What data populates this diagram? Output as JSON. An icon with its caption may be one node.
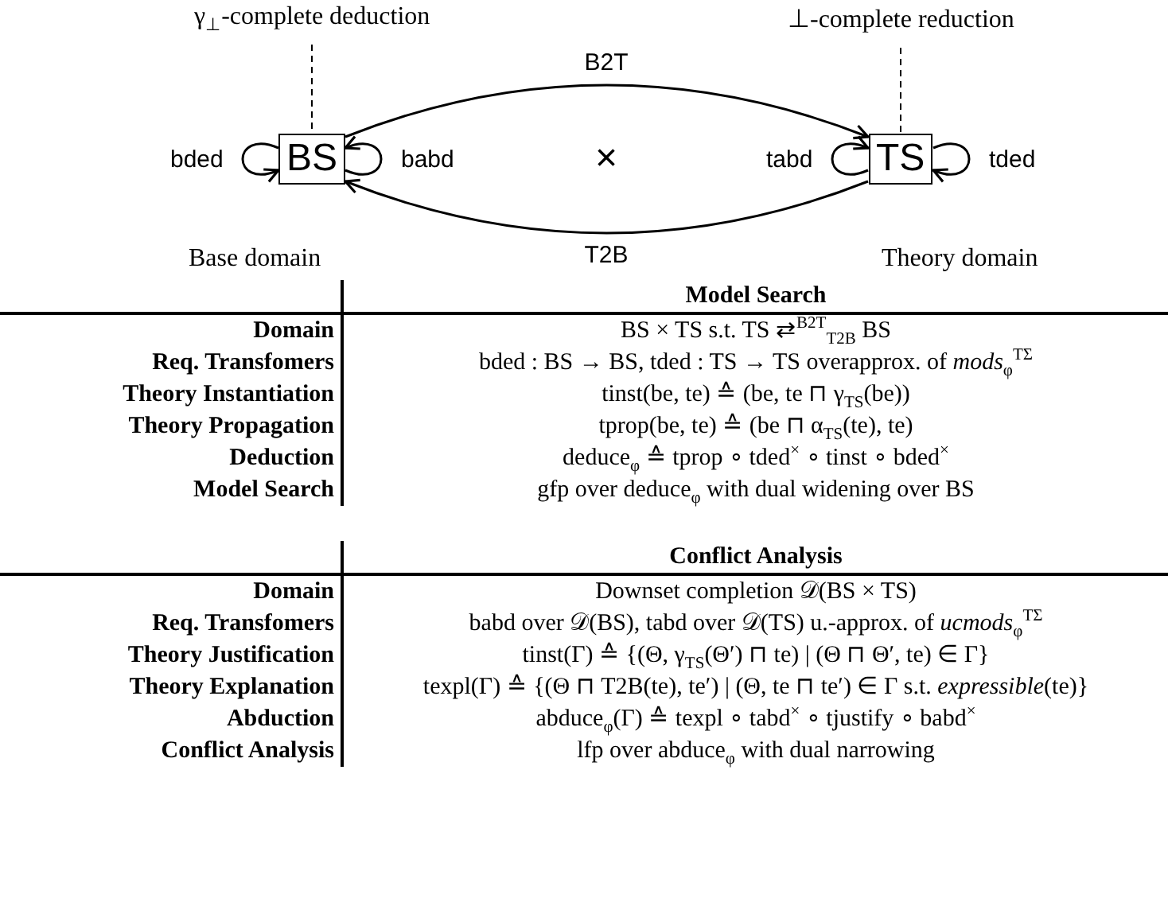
{
  "diagram": {
    "nodes": [
      {
        "text": [
          "γ$_{⊥}$-complete deduction"
        ]
      },
      {
        "text": [
          "⊥-complete reduction"
        ]
      },
      {
        "text": [
          "BS"
        ],
        "beside": [
          "Base domain"
        ]
      },
      {
        "text": [
          "TS"
        ],
        "beside": [
          "Theory domain"
        ]
      }
    ],
    "edges": [
      {
        "from": 0,
        "to": 2,
        "arrow": "none",
        "style": "dashed"
      },
      {
        "from": 1,
        "to": 3,
        "arrow": "none",
        "style": "dashed"
      },
      {
        "from": 2,
        "to": 3,
        "arrow": "to",
        "label": "B2T"
      },
      {
        "from": 3,
        "to": 2,
        "arrow": "to",
        "label": "T2B"
      },
      {
        "from": 2,
        "to": 2,
        "arrow": "to",
        "label": "bded"
      },
      {
        "from": 2,
        "to": 2,
        "arrow": "to",
        "label": "babd"
      },
      {
        "from": 3,
        "to": 3,
        "arrow": "to",
        "label": "tabd"
      },
      {
        "from": 3,
        "to": 3,
        "arrow": "to",
        "label": "tded"
      }
    ],
    "labels": [
      "×",
      "Model Search",
      "Domain",
      "BS × TS s.t. TS ⇄$^{B2T}$$_{T2B}$ BS",
      "Req. Transfomers",
      "bded : BS → BS, tded : TS → TS overapprox. of *mods*$_{φ}$$^{TΣ}$",
      "Theory Instantiation",
      "tinst(be, te) ≙ (be, te ⊓ γ$_{TS}$(be))",
      "Theory Propagation",
      "tprop(be, te) ≙ (be ⊓ α$_{TS}$(te), te)",
      "Deduction",
      "deduce$_{φ}$ ≙ tprop ∘ tded$^{×}$ ∘ tinst ∘ bded$^{×}$",
      "Model Search",
      "gfp over deduce$_{φ}$ with dual widening over BS",
      "Conflict Analysis",
      "Domain",
      "Downset completion 𝒟(BS × TS)",
      "Req. Transfomers",
      "babd over 𝒟(BS), tabd over 𝒟(TS) u.-approx. of *ucmods*$_{φ}$$^{TΣ}$",
      "Theory Justification",
      "tinst(Γ) ≙ {(Θ, γ$_{TS}$(Θ′) ⊓ te) | (Θ ⊓ Θ′, te) ∈ Γ}",
      "Theory Explanation",
      "texpl(Γ) ≙ {(Θ ⊓ T2B(te), te′) | (Θ, te ⊓ te′) ∈ Γ s.t. *expressible*(te)}",
      "Abduction",
      "abduce$_{φ}$(Γ) ≙ texpl ∘ tabd$^{×}$ ∘ tjustify ∘ babd$^{×}$",
      "Conflict Analysis",
      "lfp over abduce$_{φ}$ with dual narrowing"
    ]
  }
}
